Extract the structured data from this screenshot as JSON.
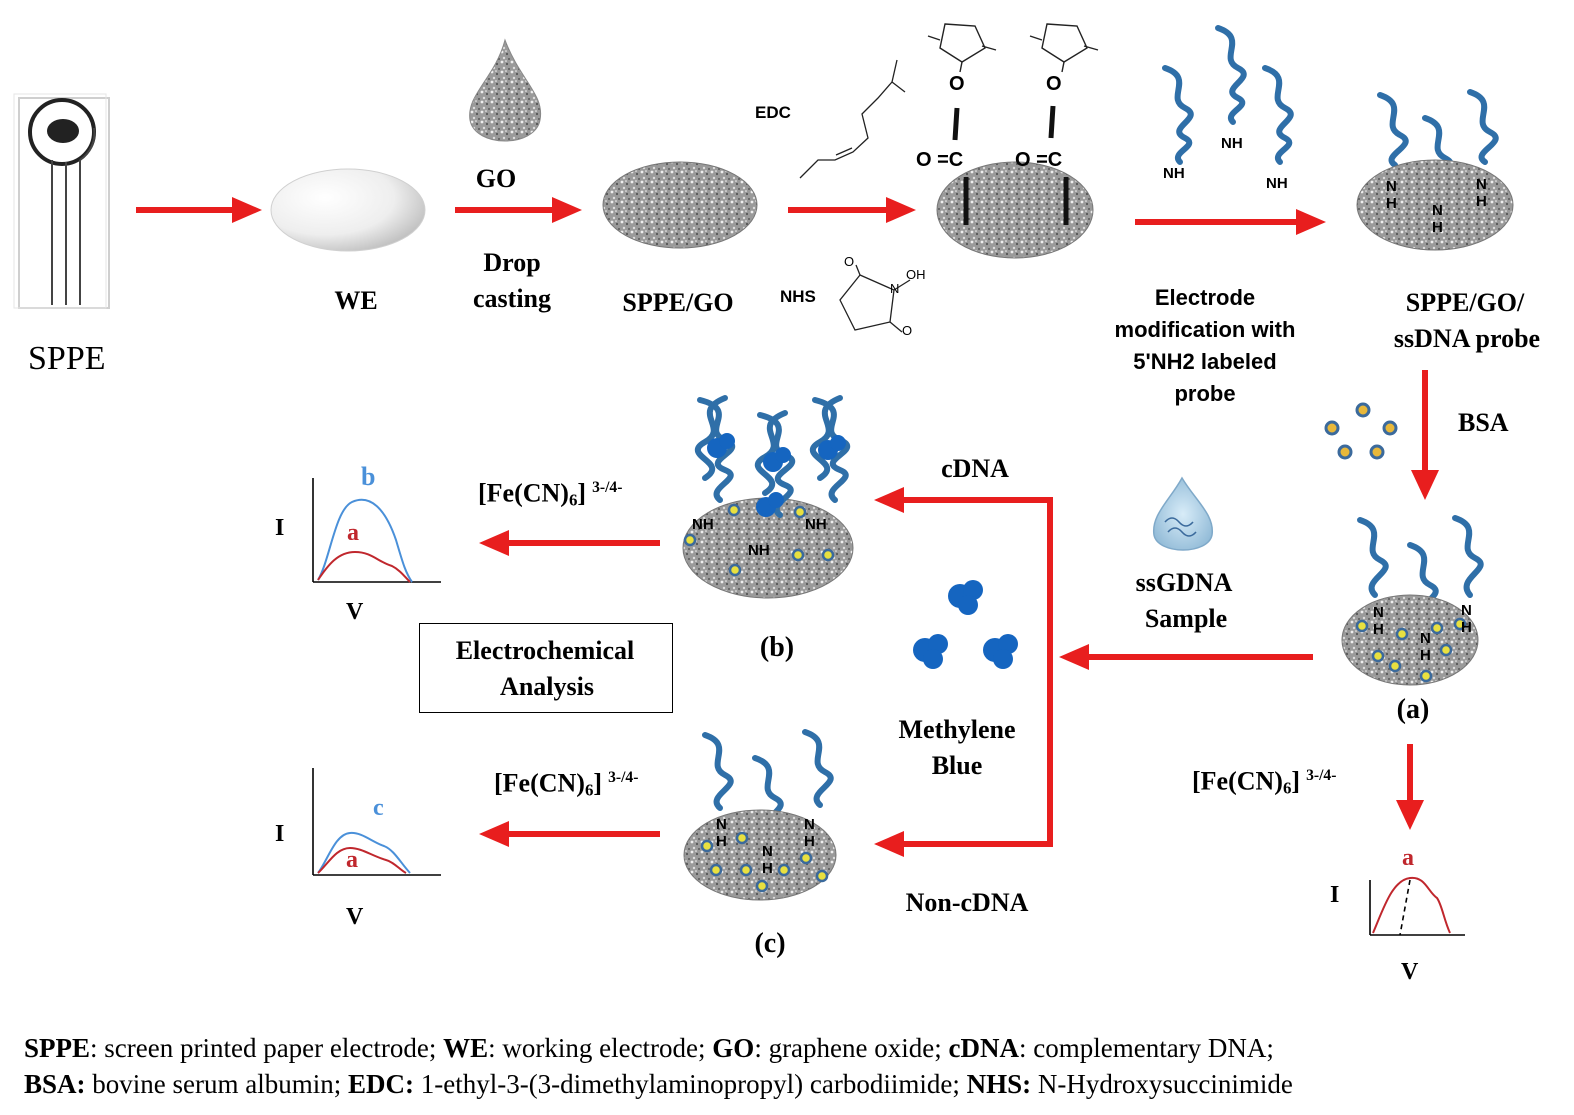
{
  "colors": {
    "arrow": "#e81e1e",
    "dna": "#2f6fa8",
    "electrode_dark": "#7d7d7d",
    "electrode_light": "#d9d9d9",
    "curve_a": "#c0272d",
    "curve_b": "#4a90d9",
    "methylene_blue": "#1565c0",
    "bsa_dot": "#e8b83a"
  },
  "top_row": {
    "sppe_label": "SPPE",
    "we_label": "WE",
    "go_label": "GO",
    "drop_label": "Drop",
    "casting_label": "casting",
    "sppe_go_label": "SPPE/GO",
    "edc_label": "EDC",
    "nhs_label": "NHS",
    "carbonyl_left": "O =C",
    "carbonyl_right": "O =C",
    "ester_o_left": "O",
    "ester_o_right": "O",
    "nhs_ring_o1": "O",
    "nhs_ring_o2": "O",
    "nhs_ring_oh": "OH",
    "nhs_ring_n": "N",
    "probe_nh": [
      "NH",
      "NH",
      "NH"
    ],
    "modification_lines": [
      "Electrode",
      "modification with",
      "5'NH2 labeled",
      "probe"
    ],
    "sppe_go_probe_lines": [
      "SPPE/GO/",
      "ssDNA probe"
    ]
  },
  "middle": {
    "bsa_label": "BSA",
    "ssgdna_lines": [
      "ssGDNA",
      "Sample"
    ],
    "cdna_label": "cDNA",
    "non_cdna_label": "Non-cDNA",
    "methylene_lines": [
      "Methylene",
      "Blue"
    ],
    "panel_a_label": "(a)",
    "panel_b_label": "(b)",
    "panel_c_label": "(c)",
    "ferri_text": "[Fe(CN)",
    "ferri_sub": "6",
    "ferri_sup": "3-/4-",
    "analysis_lines": [
      "Electrochemical",
      "Analysis"
    ],
    "nh_n": "N",
    "nh_h": "H",
    "nh": "NH"
  },
  "plots": {
    "axis_i": "I",
    "axis_v": "V",
    "label_a": "a",
    "label_b": "b",
    "label_c": "c"
  },
  "legend": {
    "line1": [
      {
        "bold": "SPPE",
        "text": ": screen printed paper electrode; "
      },
      {
        "bold": "WE",
        "text": ": working electrode; "
      },
      {
        "bold": "GO",
        "text": ": graphene oxide; "
      },
      {
        "bold": "cDNA",
        "text": ": complementary DNA;"
      }
    ],
    "line2": [
      {
        "bold": "BSA:",
        "text": " bovine serum albumin; "
      },
      {
        "bold": "EDC:",
        "text": " 1-ethyl-3-(3-dimethylaminopropyl) carbodiimide; "
      },
      {
        "bold": "NHS:",
        "text": " N-Hydroxysuccinimide"
      }
    ]
  }
}
